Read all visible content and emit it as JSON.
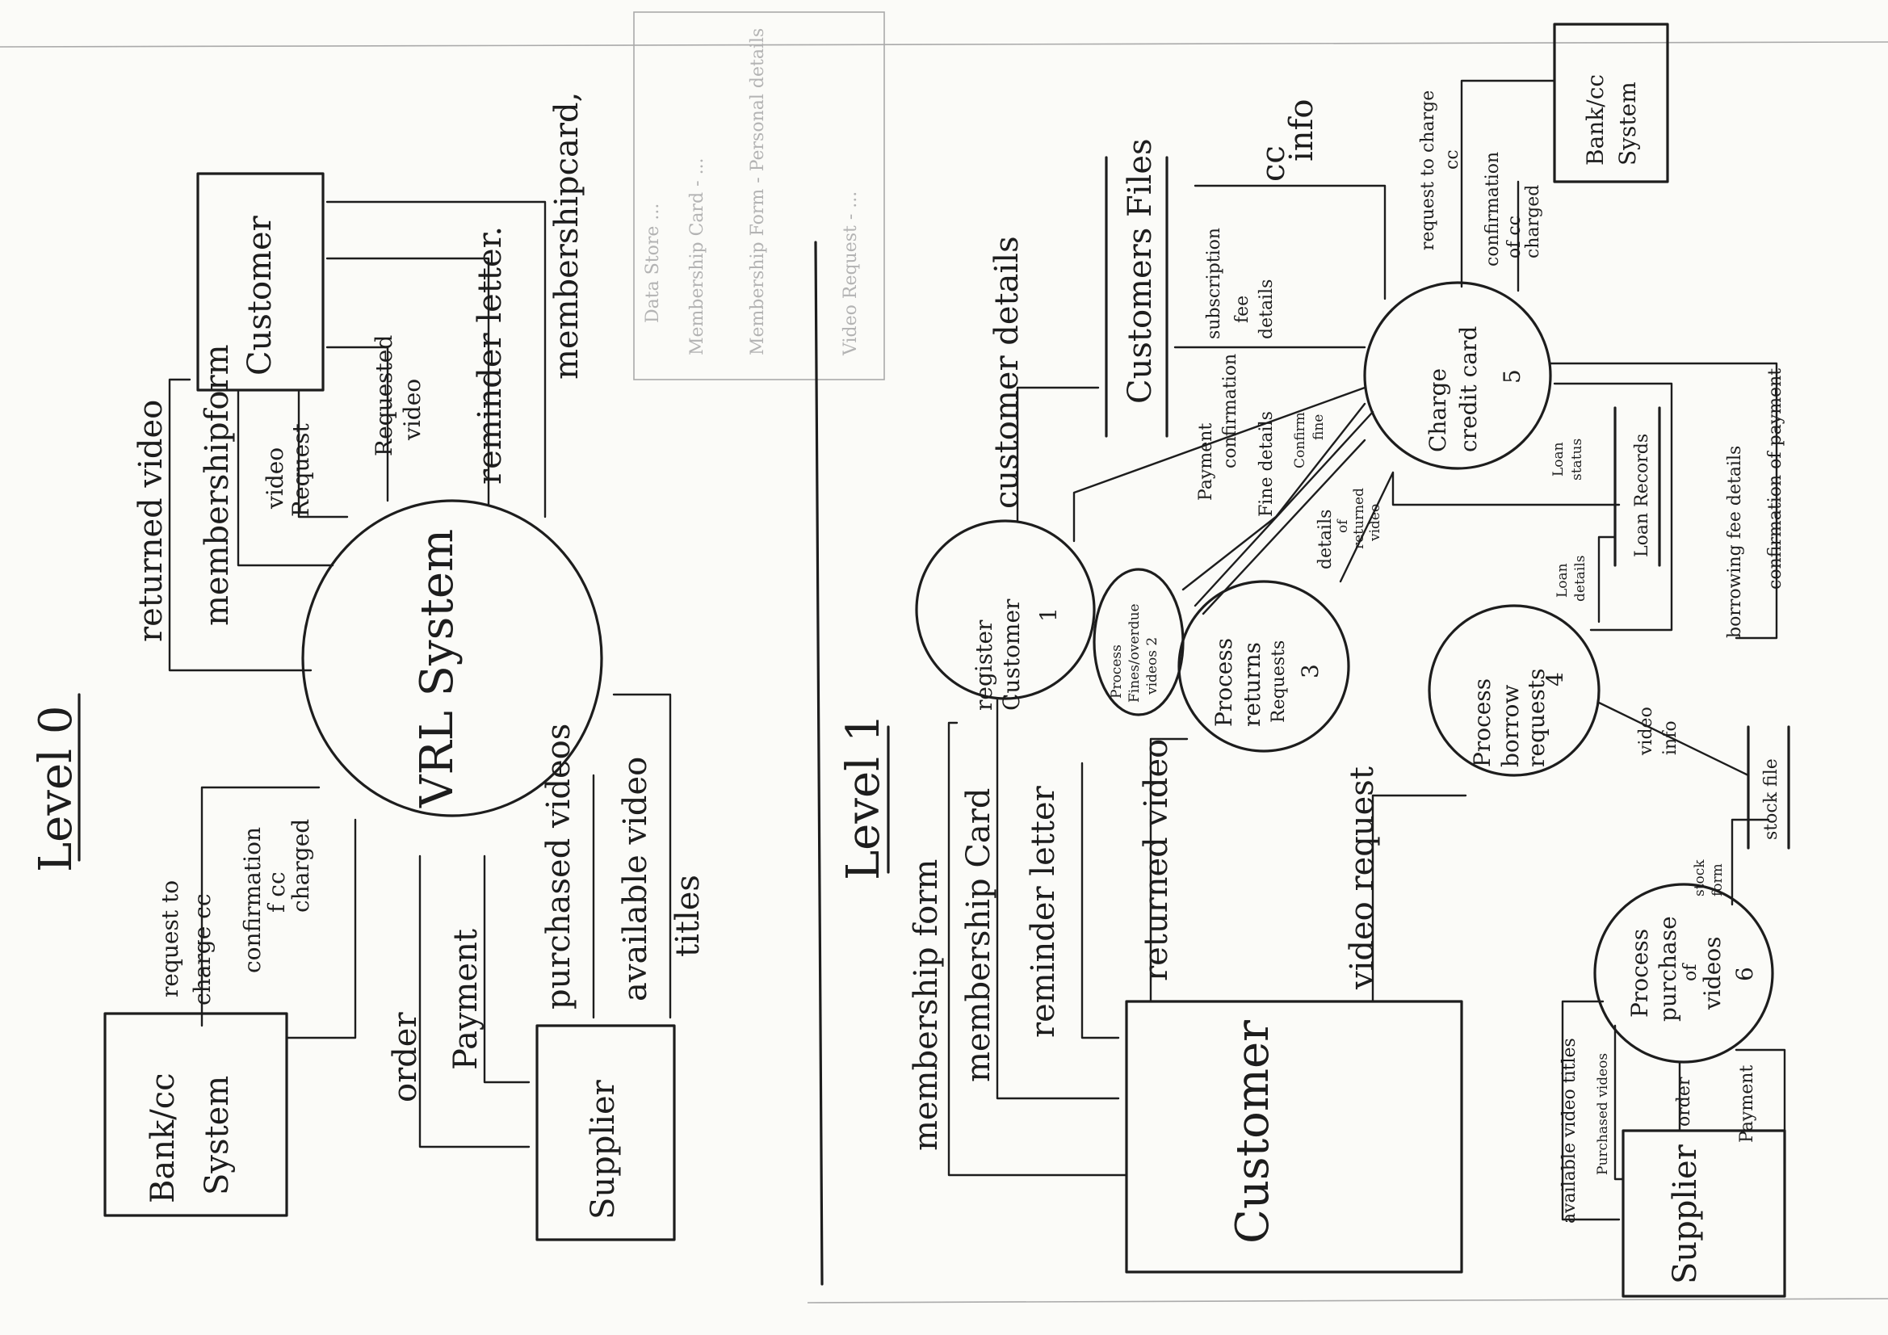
{
  "level0": {
    "title": "Level 0",
    "process": "VRL System",
    "entities": {
      "customer": "Customer",
      "bank": [
        "Bank/cc",
        "System"
      ],
      "supplier": "Supplier"
    },
    "flows": {
      "returned_video": "returned video",
      "membership_form": "membershipform",
      "video_request": [
        "video",
        "Request"
      ],
      "requested_video": [
        "Requested",
        "video"
      ],
      "reminder_letter": "reminder letter.",
      "membership_card": "membershipcard,",
      "request_charge": [
        "request to",
        "charge cc"
      ],
      "confirmation": [
        "confirmation",
        "f cc",
        "charged"
      ],
      "order": "order",
      "payment": "Payment",
      "purchased_videos": "purchased videos",
      "available_titles": [
        "available video",
        "titles"
      ]
    },
    "notes": [
      "Data Store ...",
      "Membership Card - ...",
      "Membership Form - Personal details",
      "Video Request - ..."
    ]
  },
  "level1": {
    "title": "Level 1",
    "processes": {
      "p1": [
        "register",
        "Customer",
        "1"
      ],
      "p2": [
        "Process",
        "Fines/overdue",
        "videos 2"
      ],
      "p3": [
        "Process",
        "returns",
        "Requests",
        "3"
      ],
      "p4": [
        "Process",
        "borrow",
        "requests",
        "4"
      ],
      "p5": [
        "Charge",
        "credit card",
        "5"
      ],
      "p6": [
        "Process",
        "purchase",
        "of",
        "videos",
        "6"
      ]
    },
    "entities": {
      "customer": "Customer",
      "supplier": "Supplier",
      "bank": [
        "Bank/cc",
        "System"
      ]
    },
    "stores": {
      "customers_files": "Customers Files",
      "loan_records": "Loan Records",
      "stock_file": "stock file"
    },
    "flows": {
      "membership_form": "membership form",
      "membership_card": "membership Card",
      "reminder_letter": "reminder letter",
      "returned_video": "returned video",
      "video_request": "video request",
      "customer_details": "customer details",
      "cc_info": [
        "cc",
        "info"
      ],
      "subscription_fee": [
        "subscription",
        "fee",
        "details"
      ],
      "payment_confirmation": [
        "Payment",
        "confirmation"
      ],
      "fine_details": "Fine details",
      "confirm_fine": [
        "Confirm",
        "fine"
      ],
      "returned_details": [
        "details",
        "of",
        "returned",
        "video"
      ],
      "loan_status": [
        "Loan",
        "status"
      ],
      "loan_details": [
        "Loan",
        "details"
      ],
      "borrowing_fee": "borrowing fee details",
      "confirmation_payment": "confirmation of payment",
      "request_charge": [
        "request to charge",
        "cc"
      ],
      "confirmation_charged": [
        "confirmation",
        "of cc",
        "charged"
      ],
      "video_info": [
        "video",
        "info"
      ],
      "stock_form": [
        "stock",
        "form"
      ],
      "available_titles": "available video titles",
      "purchased_videos": "Purchased videos",
      "order": "order",
      "payment": "Payment"
    }
  }
}
